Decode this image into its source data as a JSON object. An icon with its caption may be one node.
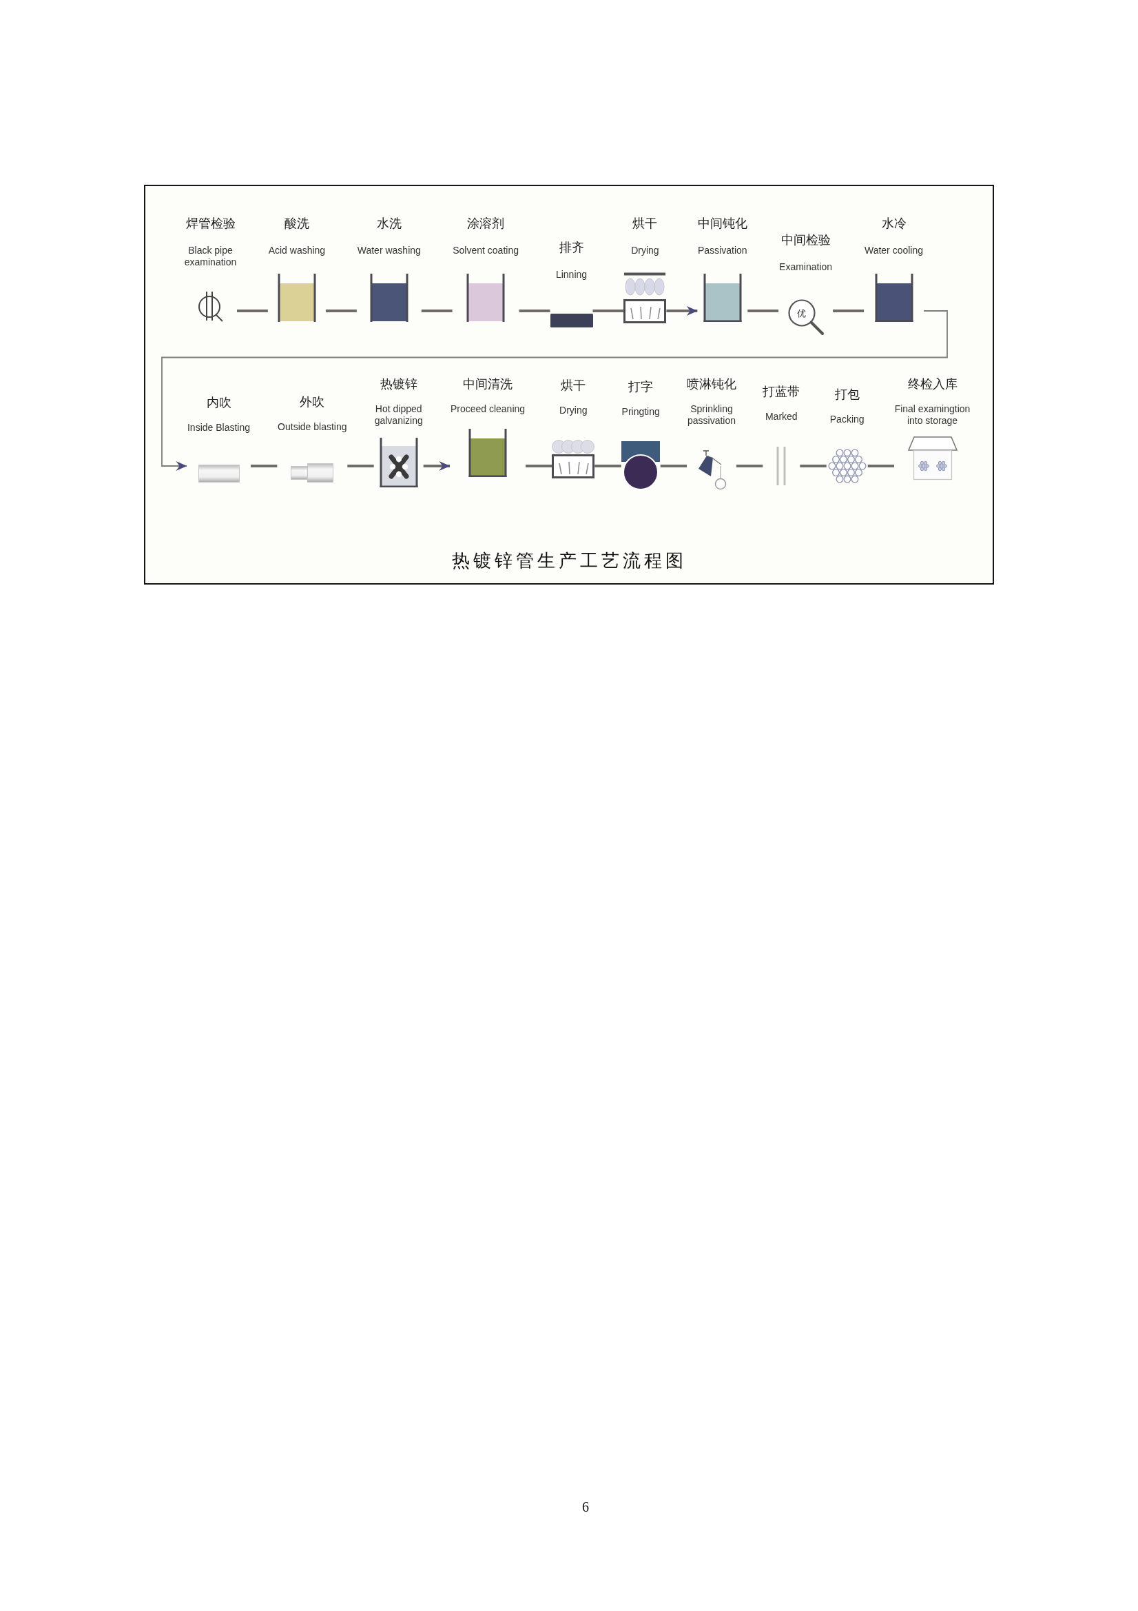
{
  "diagram": {
    "caption": "热镀锌管生产工艺流程图",
    "nodes": [
      {
        "text": [
          "焊管检验",
          "Black pipe examination"
        ]
      },
      {
        "text": [
          "酸洗",
          "Acid washing"
        ]
      },
      {
        "text": [
          "水洗",
          "Water washing"
        ]
      },
      {
        "text": [
          "涂溶剂",
          "Solvent coating"
        ]
      },
      {
        "text": [
          "排齐",
          "Linning"
        ]
      },
      {
        "text": [
          "烘干",
          "Drying"
        ]
      },
      {
        "text": [
          "中间钝化",
          "Passivation"
        ]
      },
      {
        "text": [
          "中间检验",
          "Examination",
          "优"
        ]
      },
      {
        "text": [
          "水冷",
          "Water cooling"
        ]
      },
      {
        "text": [
          "内吹",
          "Inside Blasting"
        ]
      },
      {
        "text": [
          "外吹",
          "Outside blasting"
        ]
      },
      {
        "text": [
          "热镀锌",
          "Hot dipped galvanizing"
        ]
      },
      {
        "text": [
          "中间清洗",
          "Proceed cleaning"
        ]
      },
      {
        "text": [
          "烘干",
          "Drying"
        ]
      },
      {
        "text": [
          "打字",
          "Pringting"
        ]
      },
      {
        "text": [
          "喷淋钝化",
          "Sprinkling passivation"
        ]
      },
      {
        "text": [
          "打蓝带",
          "Marked"
        ]
      },
      {
        "text": [
          "打包",
          "Packing"
        ]
      },
      {
        "text": [
          "终检入库",
          "Final examingtion into storage"
        ]
      }
    ],
    "edges": [
      {
        "from": 0,
        "to": 1,
        "arrow": "none"
      },
      {
        "from": 1,
        "to": 2,
        "arrow": "none"
      },
      {
        "from": 2,
        "to": 3,
        "arrow": "none"
      },
      {
        "from": 3,
        "to": 4,
        "arrow": "none"
      },
      {
        "from": 4,
        "to": 5,
        "arrow": "none"
      },
      {
        "from": 5,
        "to": 6,
        "arrow": "to"
      },
      {
        "from": 6,
        "to": 7,
        "arrow": "none"
      },
      {
        "from": 7,
        "to": 8,
        "arrow": "none"
      },
      {
        "from": 8,
        "to": 9,
        "arrow": "to"
      },
      {
        "from": 9,
        "to": 10,
        "arrow": "none"
      },
      {
        "from": 10,
        "to": 11,
        "arrow": "none"
      },
      {
        "from": 11,
        "to": 12,
        "arrow": "to"
      },
      {
        "from": 12,
        "to": 13,
        "arrow": "none"
      },
      {
        "from": 13,
        "to": 14,
        "arrow": "none"
      },
      {
        "from": 14,
        "to": 15,
        "arrow": "none"
      },
      {
        "from": 15,
        "to": 16,
        "arrow": "none"
      },
      {
        "from": 16,
        "to": 17,
        "arrow": "none"
      },
      {
        "from": 17,
        "to": 18,
        "arrow": "none"
      }
    ],
    "labels": [
      "6"
    ]
  }
}
